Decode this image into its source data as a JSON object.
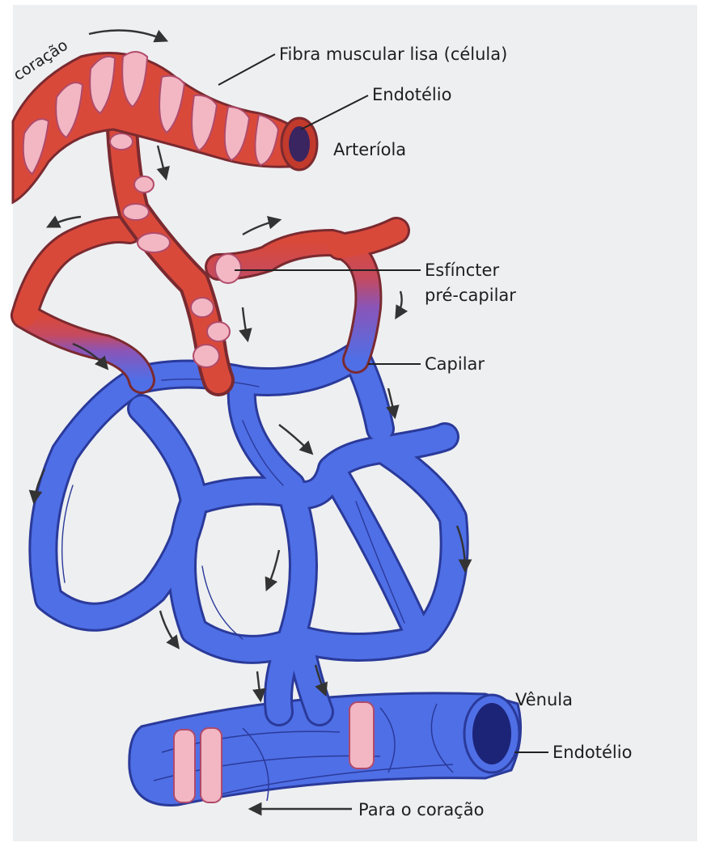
{
  "diagram": {
    "labels": {
      "coracao_in": "coração",
      "fibra": "Fibra muscular lisa (célula)",
      "endotelio_top": "Endotélio",
      "arteriola": "Arteríola",
      "esfincter_1": "Esfíncter",
      "esfincter_2": "pré-capilar",
      "capilar": "Capilar",
      "venula": "Vênula",
      "endotelio_bottom": "Endotélio",
      "para_coracao": "Para o coração"
    },
    "colors": {
      "artery": "#d9493a",
      "artery_dark": "#9e2a22",
      "muscle_band": "#f2b7c3",
      "transition": "#8a55b8",
      "vein": "#4f6fe6",
      "vein_dark": "#2a3a9a",
      "paper": "#eeeff1"
    }
  }
}
